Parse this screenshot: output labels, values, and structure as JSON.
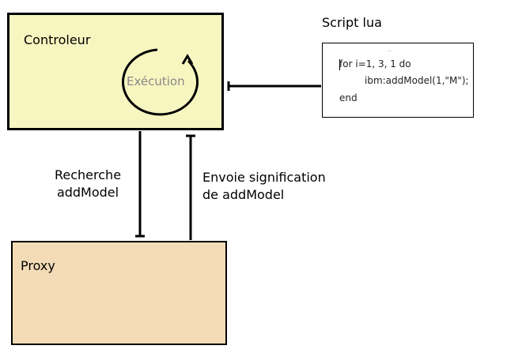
{
  "controleur": {
    "title": "Controleur",
    "cycle_label": "Exécution"
  },
  "proxy": {
    "title": "Proxy"
  },
  "script": {
    "title": "Script lua",
    "code": [
      "for i=1, 3, 1 do",
      "ibm:addModel(1,\"M\");",
      "end"
    ]
  },
  "arrows": {
    "down_label_line1": "Recherche",
    "down_label_line2": "addModel",
    "up_label_line1": "Envoie signification",
    "up_label_line2": "de addModel"
  },
  "colors": {
    "controleur_fill": "#f8f6c0",
    "proxy_fill": "#f2dbb6",
    "script_fill": "#ffffff",
    "stroke": "#000000"
  }
}
